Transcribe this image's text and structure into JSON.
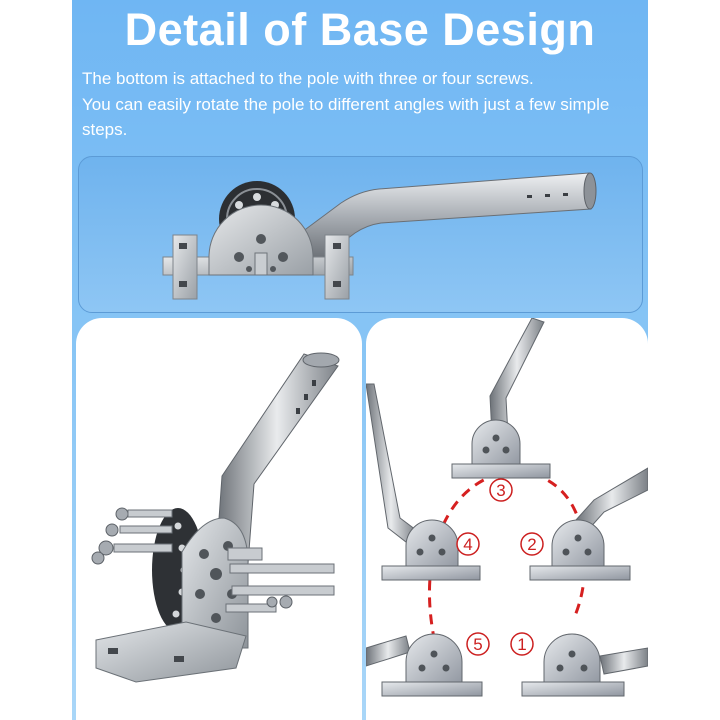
{
  "header": {
    "title": "Detail of Base Design",
    "line1": "The bottom is attached to the pole with three or four screws.",
    "line2": "You can easily rotate the pole to different angles with just a few simple steps."
  },
  "steps": [
    "1",
    "2",
    "3",
    "4",
    "5"
  ],
  "colors": {
    "background": "#79bdf4",
    "metal": "#b9bec4",
    "step_path": "#d62020"
  }
}
